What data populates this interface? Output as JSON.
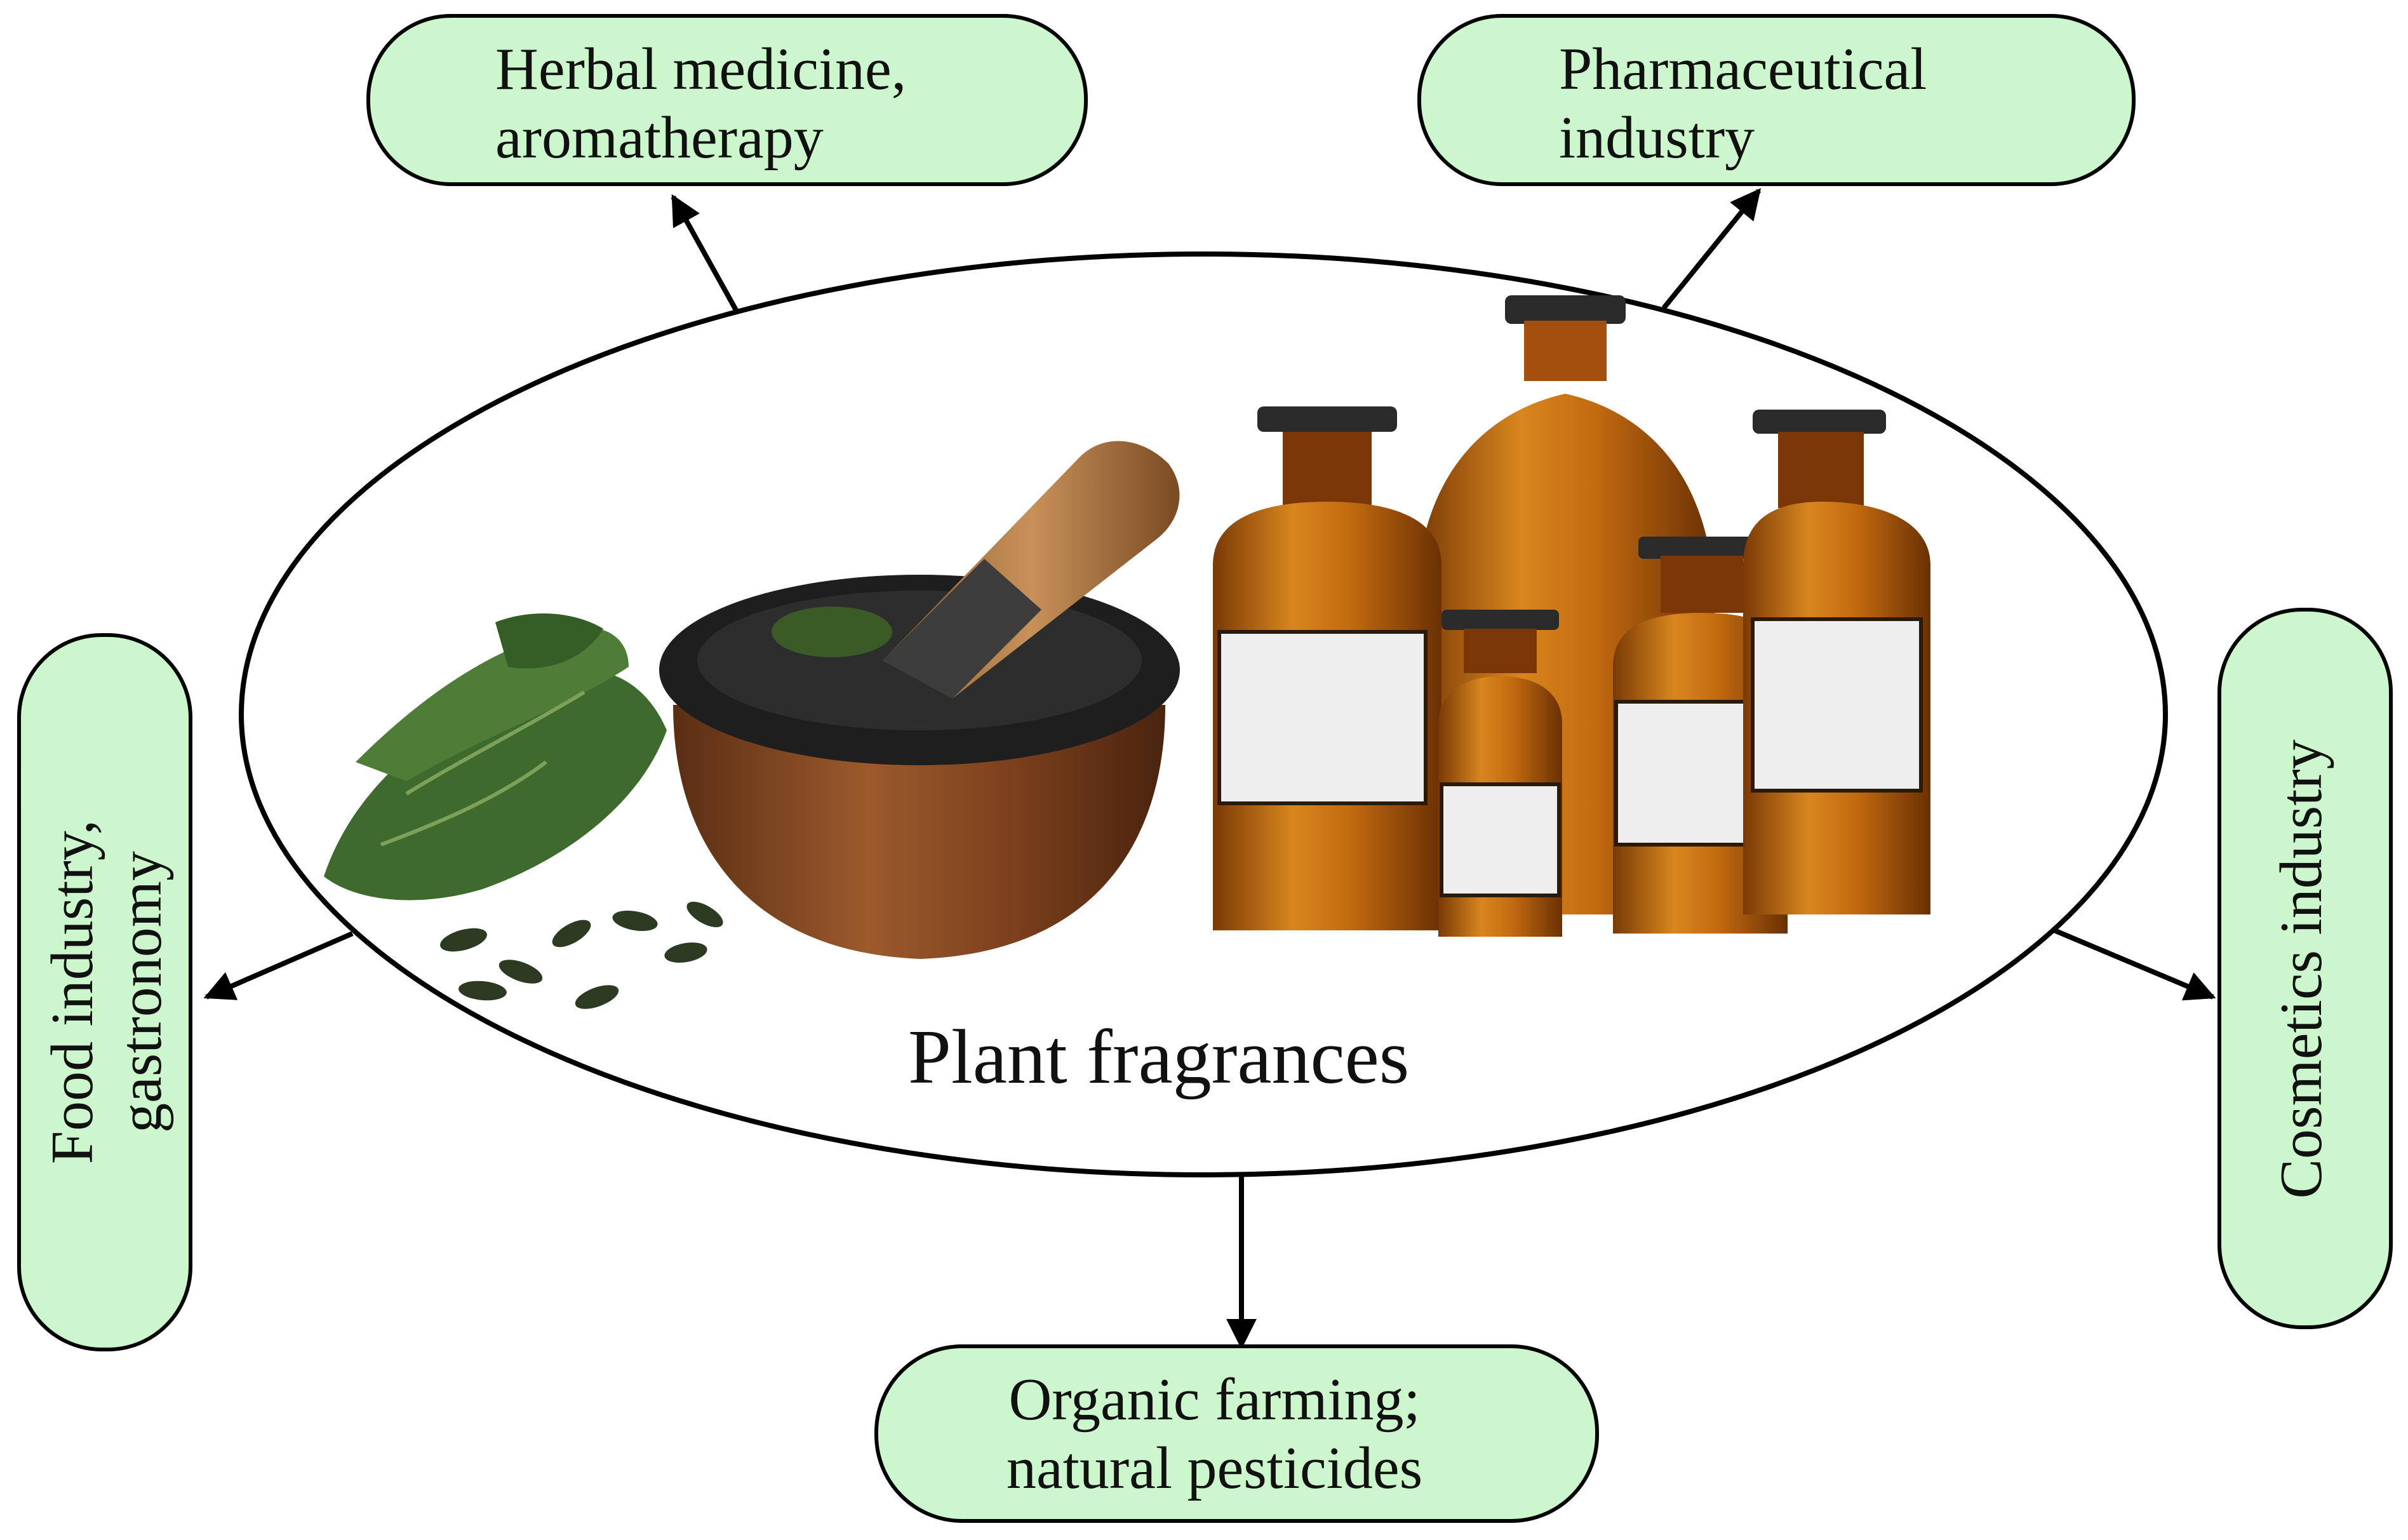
{
  "center": {
    "label": "Plant fragrances"
  },
  "nodes": {
    "top_left": {
      "lines": [
        "Herbal medicine,",
        "aromatherapy"
      ]
    },
    "top_right": {
      "lines": [
        "Pharmaceutical",
        "industry"
      ]
    },
    "left": {
      "lines": [
        "Food industry,",
        "gastronomy"
      ]
    },
    "right": {
      "lines": [
        "Cosmetics industry"
      ]
    },
    "bottom": {
      "lines": [
        "Organic farming;",
        "natural pesticides"
      ]
    }
  },
  "colors": {
    "node_fill": "#ccf7cc",
    "stroke": "#000000",
    "amber": "#b8650f",
    "wood": "#8a4e25",
    "leaf": "#3f6a2e"
  }
}
